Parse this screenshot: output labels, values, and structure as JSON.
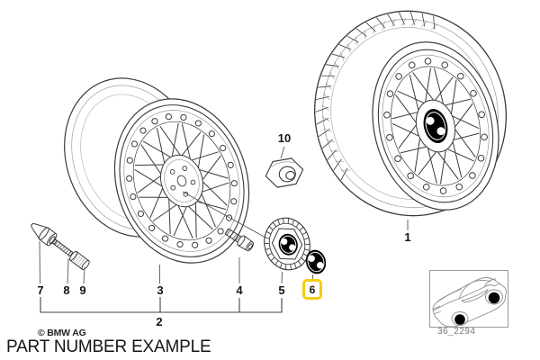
{
  "diagram": {
    "callouts": [
      {
        "label": "1"
      },
      {
        "label": "2"
      },
      {
        "label": "3"
      },
      {
        "label": "4"
      },
      {
        "label": "5"
      },
      {
        "label": "6",
        "highlighted": true
      },
      {
        "label": "7"
      },
      {
        "label": "8"
      },
      {
        "label": "9"
      },
      {
        "label": "10"
      }
    ],
    "copyright": "© BMW AG",
    "caption": "PART NUMBER EXAMPLE",
    "inset_code": "36_2294",
    "highlight_color": "#F3CF0C",
    "line_color": "#3a3a3a"
  }
}
